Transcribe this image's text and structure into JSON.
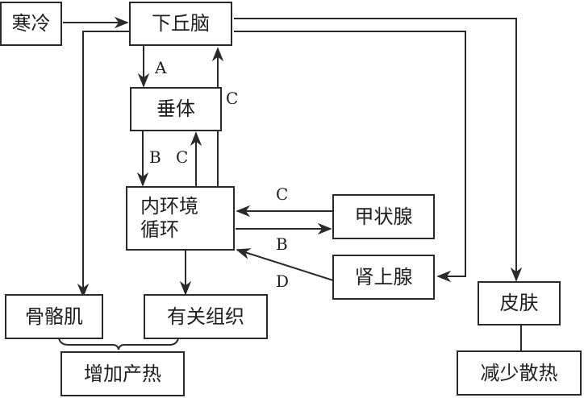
{
  "nodes": {
    "cold": "寒冷",
    "hypothalamus": "下丘脑",
    "pituitary": "垂体",
    "internal_env": "内环境\n循环",
    "thyroid": "甲状腺",
    "adrenal": "肾上腺",
    "skeletal_muscle": "骨骼肌",
    "related_tissue": "有关组织",
    "skin": "皮肤",
    "increase_heat": "增加产热",
    "reduce_heat_loss": "减少散热"
  },
  "labels": {
    "hyp_to_pit": "A",
    "pit_to_env": "B",
    "env_to_pit": "C",
    "env_to_hyp": "C",
    "thyroid_to_env": "C",
    "env_to_thyroid": "B",
    "adrenal_to_env": "D"
  }
}
